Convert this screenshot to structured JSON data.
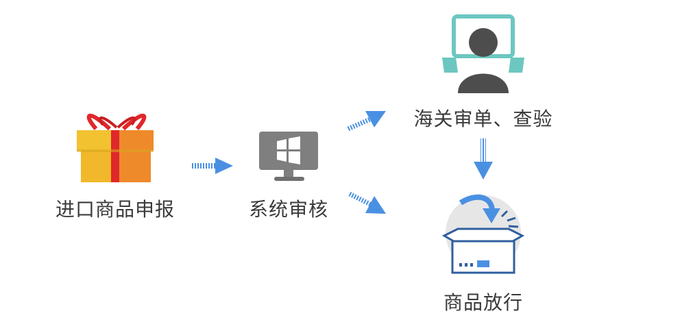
{
  "nodes": {
    "declare": {
      "label": "进口商品申报",
      "icon": "gift-icon"
    },
    "review": {
      "label": "系统审核",
      "icon": "windows-monitor-icon"
    },
    "customs": {
      "label": "海关审单、查验",
      "icon": "customs-officer-icon"
    },
    "release": {
      "label": "商品放行",
      "icon": "open-box-icon"
    }
  },
  "edges": [
    {
      "from": "declare",
      "to": "review"
    },
    {
      "from": "review",
      "to": "customs"
    },
    {
      "from": "review",
      "to": "release"
    },
    {
      "from": "customs",
      "to": "release"
    }
  ],
  "colors": {
    "arrow": "#4a90e2",
    "gift_yellow": "#f2c230",
    "gift_orange": "#ef8a2a",
    "gift_ribbon": "#e0282a",
    "monitor_gray": "#7f7f7f",
    "teal": "#6cc7c0",
    "person": "#4d4d4d",
    "box_stroke": "#2f5f9e",
    "text": "#3a3a3a"
  }
}
